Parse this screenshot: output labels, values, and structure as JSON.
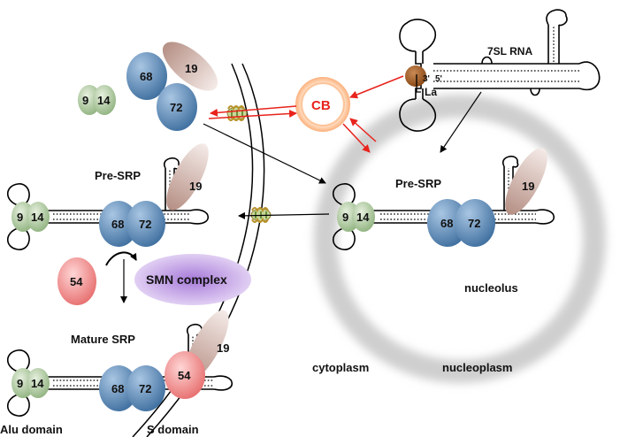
{
  "labels": {
    "rna": "7SL RNA",
    "la": "La",
    "three_prime": "3'",
    "five_prime": "5'",
    "cb": "CB",
    "pre_srp_cyto": "Pre-SRP",
    "pre_srp_nuc": "Pre-SRP",
    "smn_complex": "SMN complex",
    "nucleolus": "nucleolus",
    "mature_srp": "Mature SRP",
    "cytoplasm": "cytoplasm",
    "nucleoplasm": "nucleoplasm",
    "alu_domain": "Alu domain",
    "s_domain": "S domain"
  },
  "proteins": {
    "p9": "9",
    "p14": "14",
    "p19": "19",
    "p54": "54",
    "p68": "68",
    "p72": "72"
  },
  "colors": {
    "green": "#a9c79a",
    "blue": "#6b93bd",
    "pink": "#f08a8a",
    "brown": "#c9a99e",
    "la": "#9a5424",
    "cb_red": "#e8231c",
    "smn": "#b08ad8",
    "nucleolus": "#cccccc",
    "arrow_red": "#e8231c"
  }
}
